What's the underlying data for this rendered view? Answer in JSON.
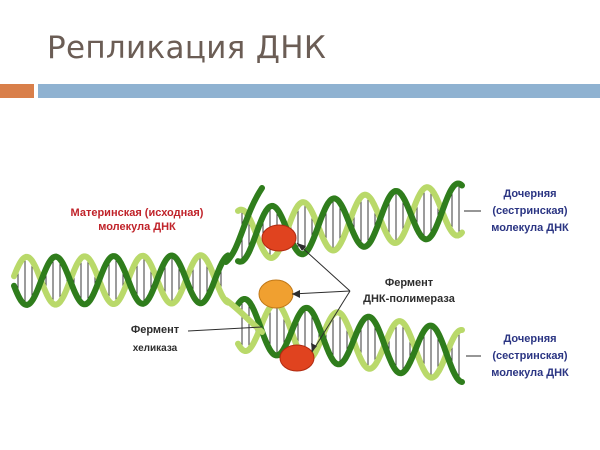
{
  "slide": {
    "title": "Репликация ДНК"
  },
  "labels": {
    "maternal_line1": "Материнская (исходная)",
    "maternal_line2": "молекула ДНК",
    "daughter_top_line1": "Дочерняя",
    "daughter_top_line2": "(сестринская)",
    "daughter_top_line3": "молекула ДНК",
    "daughter_bottom_line1": "Дочерняя",
    "daughter_bottom_line2": "(сестринская)",
    "daughter_bottom_line3": "молекула ДНК",
    "polymerase_line1": "Фермент",
    "polymerase_line2": "ДНК-полимераза",
    "helicase_line1": "Фермент",
    "helicase_line2": "хеликаза"
  },
  "colors": {
    "strand_dark": "#2f7d1c",
    "strand_light": "#b9d96a",
    "rung": "#3a3a3a",
    "enzyme_red": "#e0431f",
    "enzyme_orange": "#f0a030",
    "accent_orange": "#d97f4a",
    "accent_blue": "#8fb2d1"
  }
}
